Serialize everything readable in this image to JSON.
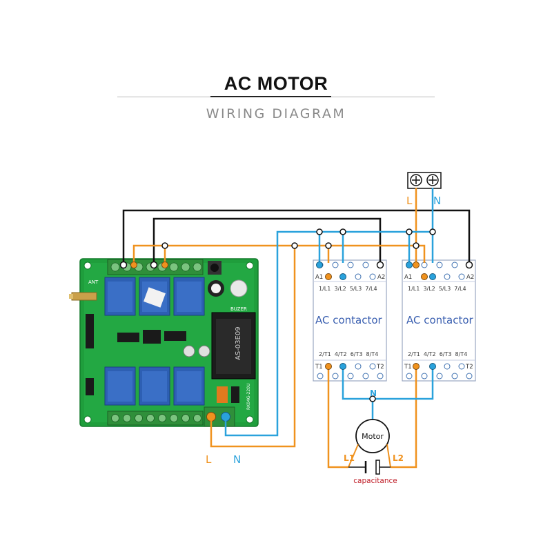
{
  "header": {
    "title": "AC MOTOR",
    "subtitle": "WIRING DIAGRAM"
  },
  "colors": {
    "line_live": "#f0921e",
    "line_neutral": "#2aa2dc",
    "line_control": "#111111",
    "pcb_green": "#1f9e3c",
    "relay_blue": "#2d5fb3",
    "capacitance_red": "#c0202a"
  },
  "power": {
    "live_label": "L",
    "neutral_label": "N"
  },
  "supply": {
    "live_label": "L",
    "neutral_label": "N"
  },
  "board": {
    "antenna_label": "ANT",
    "buzzer_label": "BUZER",
    "relay_text": "AS-03E09",
    "model_text": "RK04G-220U"
  },
  "contactor_left": {
    "name": "AC contactor",
    "top_left": "A1",
    "top_right": "A2",
    "top_poles": "1/L1  3/L2  5/L3  7/L4",
    "bottom_poles": "2/T1  4/T2  6/T3  8/T4",
    "bottom_left": "T1",
    "bottom_right": "T2"
  },
  "contactor_right": {
    "name": "AC contactor",
    "top_left": "A1",
    "top_right": "A2",
    "top_poles": "1/L1  3/L2  5/L3  7/L4",
    "bottom_poles": "2/T1  4/T2  6/T3  8/T4",
    "bottom_left": "T1",
    "bottom_right": "T2"
  },
  "motor": {
    "label": "Motor",
    "neutral_label": "N",
    "l1_label": "L1",
    "l2_label": "L2",
    "capacitor_label": "capacitance"
  }
}
